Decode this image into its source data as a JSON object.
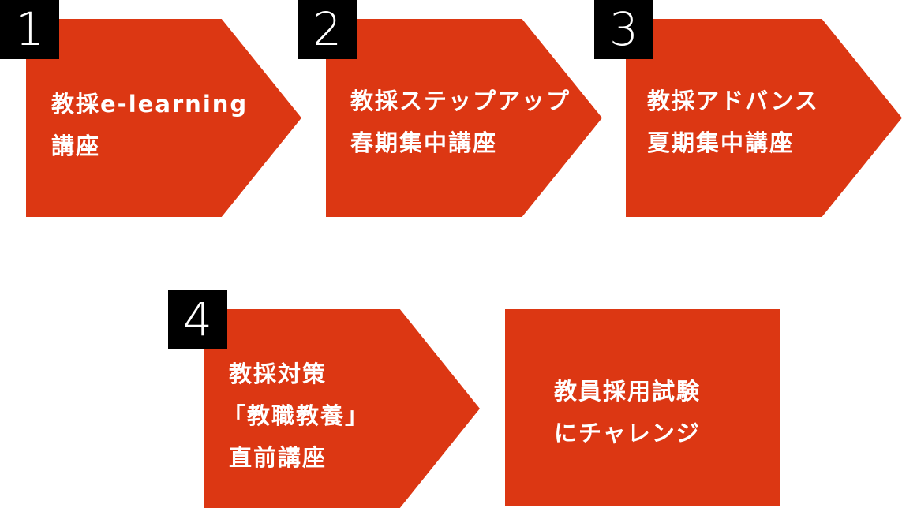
{
  "steps": [
    {
      "number": "1",
      "lines": [
        "教採e-learning",
        "講座"
      ]
    },
    {
      "number": "2",
      "lines": [
        "教採ステップアップ",
        "春期集中講座"
      ]
    },
    {
      "number": "3",
      "lines": [
        "教採アドバンス",
        "夏期集中講座"
      ]
    },
    {
      "number": "4",
      "lines": [
        "教採対策",
        "「教職教養」",
        "直前講座"
      ]
    }
  ],
  "goal": {
    "lines": [
      "教員採用試験",
      "にチャレンジ"
    ]
  },
  "colors": {
    "shape": "#dc3713",
    "badge": "#000000",
    "text": "#ffffff"
  }
}
